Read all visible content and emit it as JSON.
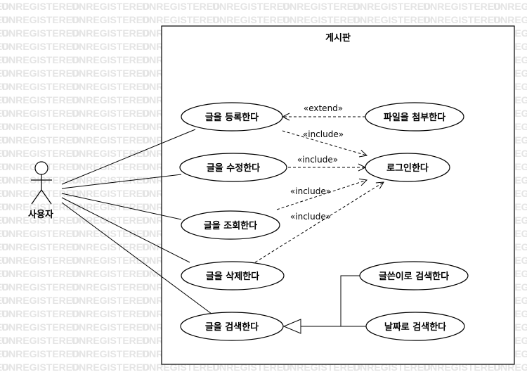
{
  "watermark": {
    "text": "UNREGISTERED"
  },
  "system": {
    "title": "게시판"
  },
  "actor": {
    "label": "사용자"
  },
  "use_cases": {
    "write": "글을 등록한다",
    "edit": "글을 수정한다",
    "view": "글을 조회한다",
    "delete": "글을 삭제한다",
    "search": "글을 검색한다",
    "attach": "파일을 첨부한다",
    "login": "로그인한다",
    "search_author": "글쓴이로 검색한다",
    "search_date": "날짜로 검색한다"
  },
  "stereotypes": {
    "extend": "«extend»",
    "include": "«include»"
  }
}
